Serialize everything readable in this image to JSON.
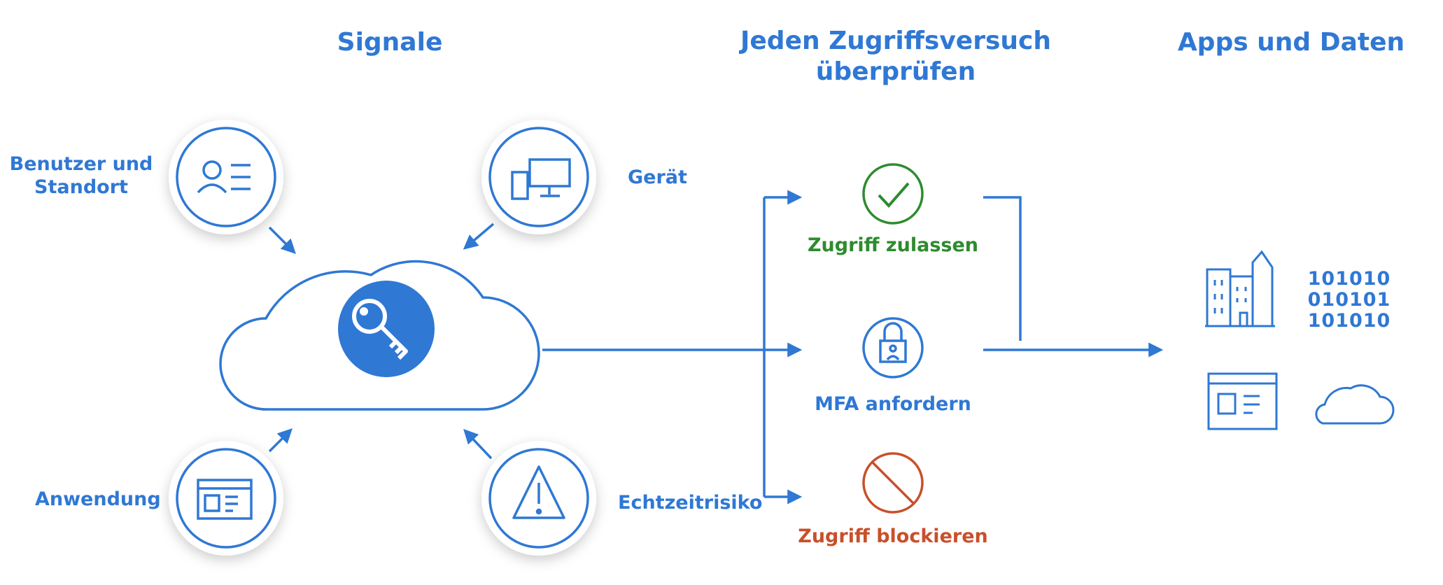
{
  "headers": {
    "signals": "Signale",
    "verify_line1": "Jeden Zugriffsversuch",
    "verify_line2": "überprüfen",
    "apps": "Apps und Daten"
  },
  "signals": {
    "user_line1": "Benutzer und",
    "user_line2": "Standort",
    "device": "Gerät",
    "application": "Anwendung",
    "risk": "Echtzeitrisiko"
  },
  "decisions": {
    "allow": "Zugriff zulassen",
    "mfa": "MFA anfordern",
    "block": "Zugriff blockieren"
  },
  "binary": [
    "101010",
    "010101",
    "101010"
  ],
  "colors": {
    "primary": "#2f78d4",
    "allow": "#2e8b2e",
    "block": "#c8502a"
  },
  "icons": {
    "user": "user-list-icon",
    "device": "device-monitor-icon",
    "application": "app-window-icon",
    "risk": "warning-triangle-icon",
    "center": "key-icon",
    "allow": "checkmark-icon",
    "mfa": "lock-icon",
    "block": "prohibited-icon"
  }
}
